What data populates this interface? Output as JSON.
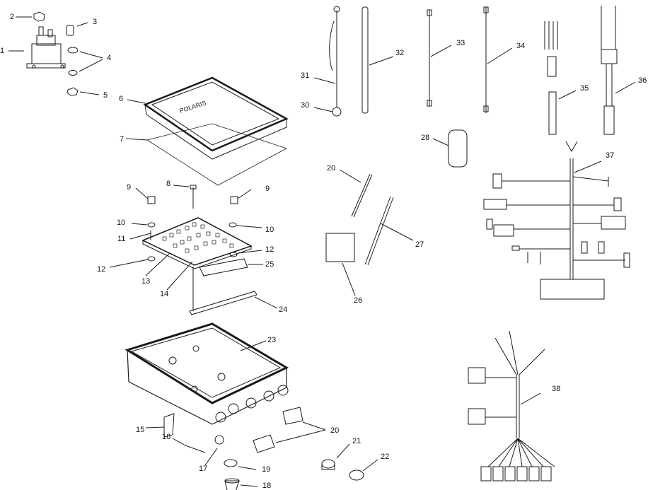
{
  "callouts": {
    "c1": "1",
    "c2": "2",
    "c3": "3",
    "c4": "4",
    "c5": "5",
    "c6": "6",
    "c7": "7",
    "c8": "8",
    "c9a": "9",
    "c9b": "9",
    "c10a": "10",
    "c10b": "10",
    "c11": "11",
    "c12a": "12",
    "c12b": "12",
    "c13": "13",
    "c14": "14",
    "c15": "15",
    "c16": "16",
    "c17": "17",
    "c18": "18",
    "c19": "19",
    "c20a": "20",
    "c20b": "20",
    "c21": "21",
    "c22": "22",
    "c23": "23",
    "c24": "24",
    "c25": "25",
    "c26": "26",
    "c27": "27",
    "c28": "28",
    "c30": "30",
    "c31": "31",
    "c32": "32",
    "c33": "33",
    "c34": "34",
    "c35": "35",
    "c36": "36",
    "c37": "37",
    "c38": "38"
  },
  "colors": {
    "ink": "#1a1a1a",
    "paper": "#ffffff"
  }
}
